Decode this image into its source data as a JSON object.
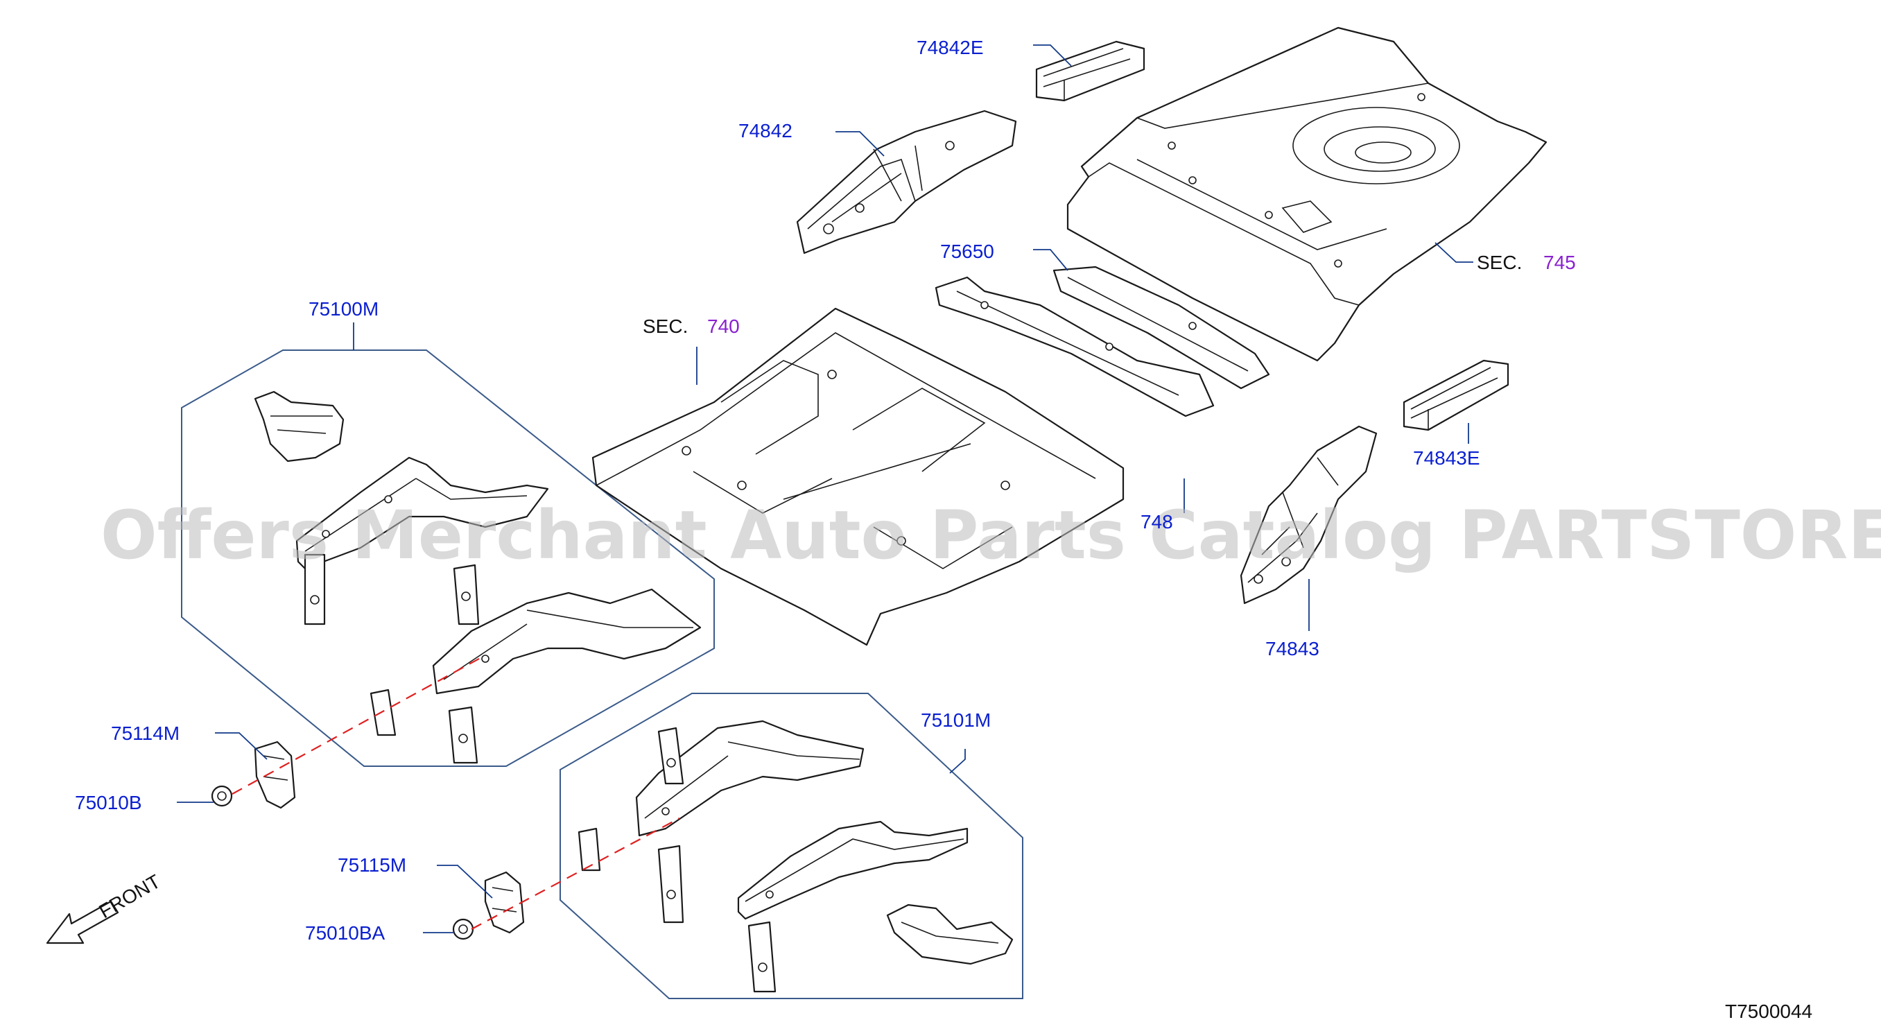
{
  "labels": {
    "p74842E": "74842E",
    "p74842": "74842",
    "p75650": "75650",
    "sec_prefix_745": "SEC.",
    "sec_num_745": "745",
    "sec_prefix_740": "SEC.",
    "sec_num_740": "740",
    "p75100M": "75100M",
    "p74843E": "74843E",
    "p748xx": "748",
    "p74843": "74843",
    "p75101M": "75101M",
    "p75114M": "75114M",
    "p75010B": "75010B",
    "p75115M": "75115M",
    "p75010BA": "75010BA",
    "front": "FRONT",
    "diagram_code": "T7500044"
  },
  "watermark": "Offers Merchant Auto Parts Catalog PARTSTORE.SA",
  "colors": {
    "label_blue": "#0a1fd0",
    "section_purple": "#8a1fd0",
    "leader": "#123a8a",
    "dashed_axis": "#e02020",
    "watermark": "#bdbdbd"
  },
  "icons": {
    "front_arrow": "front-direction-arrow-icon"
  }
}
